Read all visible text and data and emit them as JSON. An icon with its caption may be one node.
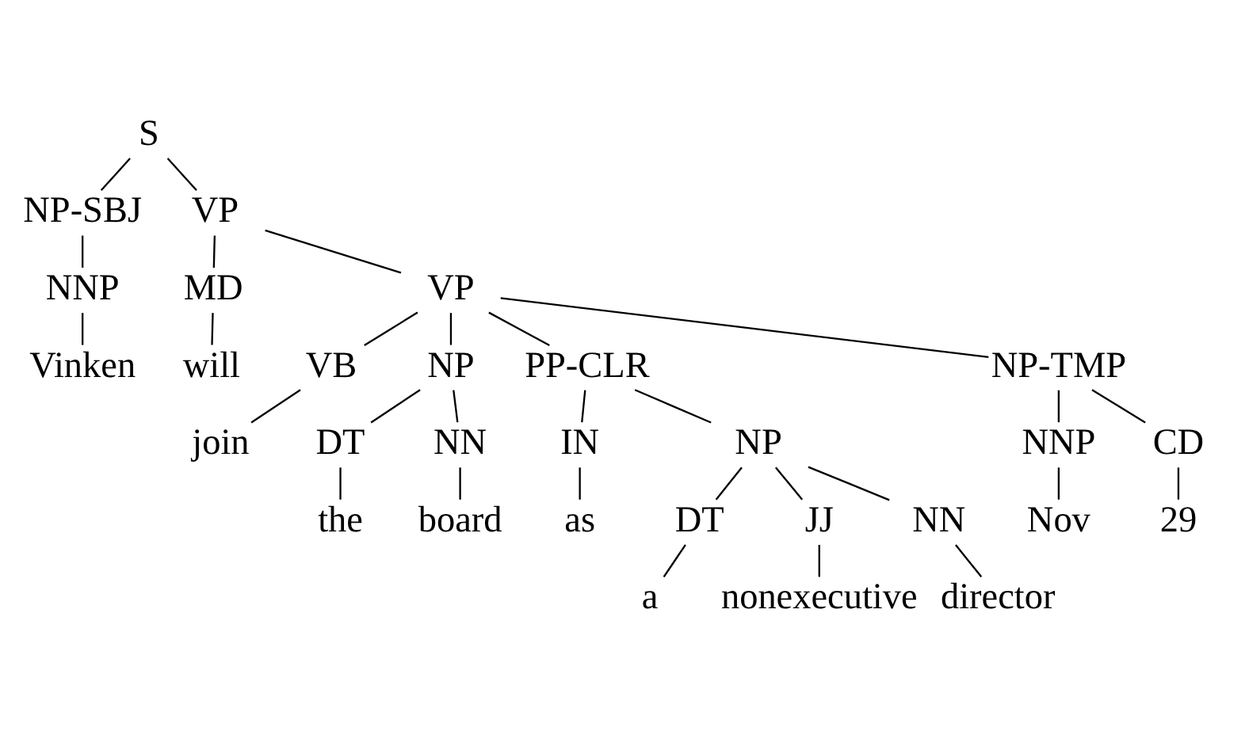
{
  "diagram": {
    "nodes": [
      {
        "text": [
          "S"
        ]
      },
      {
        "text": [
          "NP-SBJ"
        ]
      },
      {
        "text": [
          "VP"
        ]
      },
      {
        "text": [
          "NNP"
        ]
      },
      {
        "text": [
          "MD"
        ]
      },
      {
        "text": [
          "VP"
        ]
      },
      {
        "text": [
          "Vinken"
        ]
      },
      {
        "text": [
          "will"
        ]
      },
      {
        "text": [
          "VB"
        ]
      },
      {
        "text": [
          "NP"
        ]
      },
      {
        "text": [
          "PP-CLR"
        ]
      },
      {
        "text": [
          "NP-TMP"
        ]
      },
      {
        "text": [
          "join"
        ]
      },
      {
        "text": [
          "DT"
        ]
      },
      {
        "text": [
          "NN"
        ]
      },
      {
        "text": [
          "IN"
        ]
      },
      {
        "text": [
          "NP"
        ]
      },
      {
        "text": [
          "NNP"
        ]
      },
      {
        "text": [
          "CD"
        ]
      },
      {
        "text": [
          "the"
        ]
      },
      {
        "text": [
          "board"
        ]
      },
      {
        "text": [
          "as"
        ]
      },
      {
        "text": [
          "Nov"
        ]
      },
      {
        "text": [
          "29"
        ]
      },
      {
        "text": [
          "DT"
        ]
      },
      {
        "text": [
          "JJ"
        ]
      },
      {
        "text": [
          "NN"
        ]
      },
      {
        "text": [
          "a"
        ]
      },
      {
        "text": [
          "director"
        ]
      },
      {
        "text": [
          "nonexecutive"
        ]
      }
    ],
    "edges": [
      {
        "from": 0,
        "to": 1,
        "arrow": "none"
      },
      {
        "from": 0,
        "to": 2,
        "arrow": "none"
      },
      {
        "from": 1,
        "to": 3,
        "arrow": "none"
      },
      {
        "from": 3,
        "to": 6,
        "arrow": "none"
      },
      {
        "from": 2,
        "to": 4,
        "arrow": "none"
      },
      {
        "from": 2,
        "to": 5,
        "arrow": "none"
      },
      {
        "from": 4,
        "to": 7,
        "arrow": "none"
      },
      {
        "from": 5,
        "to": 8,
        "arrow": "none"
      },
      {
        "from": 5,
        "to": 9,
        "arrow": "none"
      },
      {
        "from": 5,
        "to": 10,
        "arrow": "none"
      },
      {
        "from": 5,
        "to": 11,
        "arrow": "none"
      },
      {
        "from": 8,
        "to": 12,
        "arrow": "none"
      },
      {
        "from": 9,
        "to": 13,
        "arrow": "none"
      },
      {
        "from": 9,
        "to": 14,
        "arrow": "none"
      },
      {
        "from": 13,
        "to": 19,
        "arrow": "none"
      },
      {
        "from": 14,
        "to": 20,
        "arrow": "none"
      },
      {
        "from": 10,
        "to": 15,
        "arrow": "none"
      },
      {
        "from": 10,
        "to": 16,
        "arrow": "none"
      },
      {
        "from": 15,
        "to": 21,
        "arrow": "none"
      },
      {
        "from": 16,
        "to": 24,
        "arrow": "none"
      },
      {
        "from": 16,
        "to": 25,
        "arrow": "none"
      },
      {
        "from": 16,
        "to": 26,
        "arrow": "none"
      },
      {
        "from": 24,
        "to": 27,
        "arrow": "none"
      },
      {
        "from": 25,
        "to": 29,
        "arrow": "none"
      },
      {
        "from": 26,
        "to": 28,
        "arrow": "none"
      },
      {
        "from": 11,
        "to": 17,
        "arrow": "none"
      },
      {
        "from": 11,
        "to": 18,
        "arrow": "none"
      },
      {
        "from": 17,
        "to": 22,
        "arrow": "none"
      },
      {
        "from": 18,
        "to": 23,
        "arrow": "none"
      }
    ]
  }
}
